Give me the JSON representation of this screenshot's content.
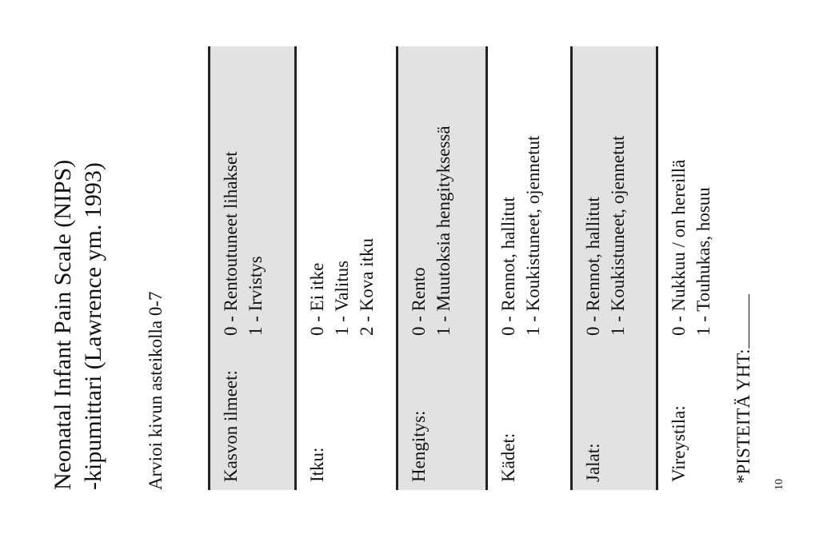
{
  "title_line1": "Neonatal Infant Pain Scale (NIPS)",
  "title_line2": "-kipumittari (Lawrence ym. 1993)",
  "subtitle": "Arvioi kivun asteikolla 0-7",
  "sections": [
    {
      "label": "Kasvon ilmeet:",
      "items": [
        "0 - Rentoutuneet lihakset",
        "1 - Irvistys"
      ]
    },
    {
      "label": "Itku:",
      "items": [
        "0 - Ei itke",
        "1 - Valitus",
        "2 - Kova itku"
      ]
    },
    {
      "label": "Hengitys:",
      "items": [
        "0 - Rento",
        "1 - Muutoksia hengityksessä"
      ]
    },
    {
      "label": "Kädet:",
      "items": [
        "0 - Rennot, hallitut",
        "1 - Koukistuneet, ojennetut"
      ]
    },
    {
      "label": "Jalat:",
      "items": [
        "0 - Rennot, hallitut",
        "1 - Koukistuneet, ojennetut"
      ]
    },
    {
      "label": "Vireystila:",
      "items": [
        "0 - Nukkuu / on hereillä",
        "1 - Touhukas, hosuu"
      ]
    }
  ],
  "total_label": "*PISTEITÄ YHT:",
  "page_number": "10"
}
